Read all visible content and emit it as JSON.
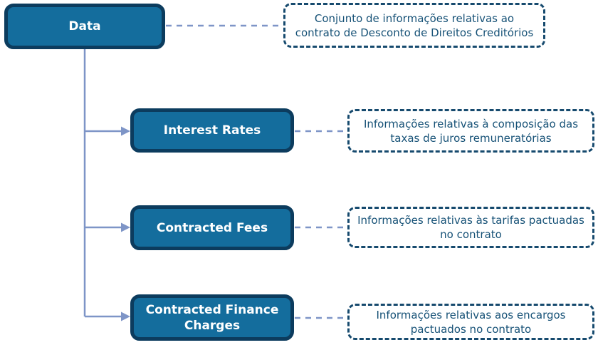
{
  "diagram": {
    "root": {
      "label": "Data",
      "description": "Conjunto de informações relativas ao contrato de Desconto de Direitos Creditórios"
    },
    "children": [
      {
        "label": "Interest Rates",
        "description": "Informações relativas à composição das taxas de juros remuneratórias"
      },
      {
        "label": "Contracted Fees",
        "description": "Informações relativas às tarifas pactuadas no contrato"
      },
      {
        "label": "Contracted Finance Charges",
        "description": "Informações relativas aos encargos pactuados no contrato"
      }
    ],
    "colors": {
      "node_fill": "#146d9d",
      "node_border": "#0c3c5e",
      "node_text": "#ffffff",
      "callout_border": "#164a6e",
      "callout_text": "#175277",
      "connector": "#7e95c7",
      "background": "#ffffff"
    }
  }
}
